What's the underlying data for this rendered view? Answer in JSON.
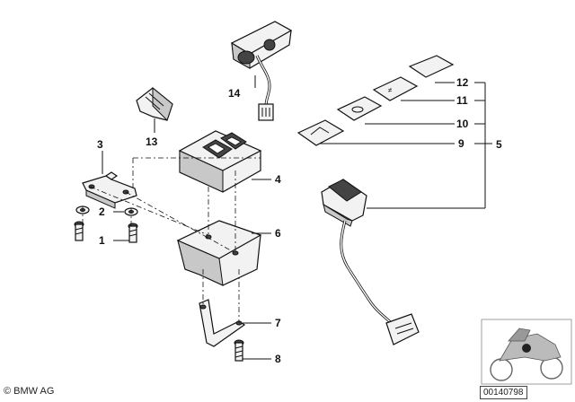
{
  "diagram": {
    "callouts": [
      "1",
      "2",
      "3",
      "4",
      "5",
      "6",
      "7",
      "8",
      "9",
      "10",
      "11",
      "12",
      "13",
      "14"
    ],
    "copyright": "© BMW AG",
    "document_number": "00140798"
  }
}
